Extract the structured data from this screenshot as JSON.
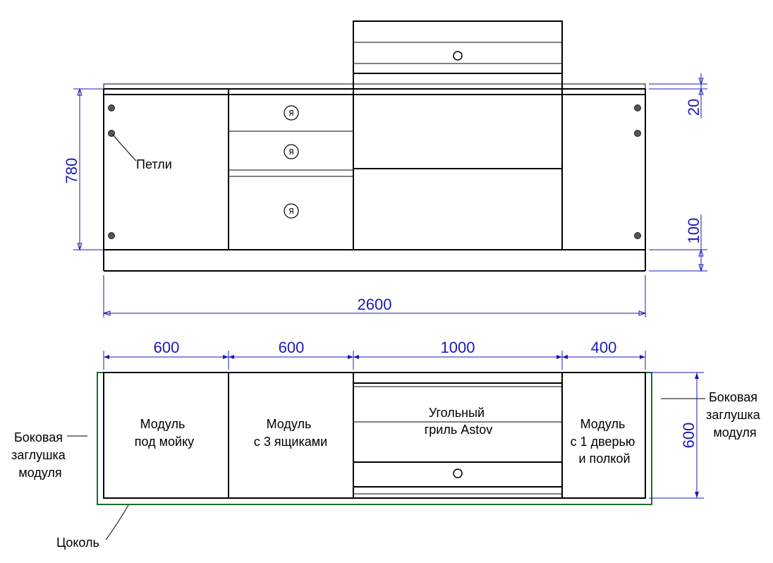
{
  "dimensions": {
    "total_width": "2600",
    "height": "780",
    "countertop": "20",
    "plinth_height": "100",
    "depth": "600",
    "module_widths": [
      "600",
      "600",
      "1000",
      "400"
    ]
  },
  "labels": {
    "hinges": "Петли",
    "module_sink": [
      "Модуль",
      "под мойку"
    ],
    "module_drawers": [
      "Модуль",
      "с 3 ящиками"
    ],
    "grill": [
      "Угольный",
      "гриль Astov"
    ],
    "module_door": [
      "Модуль",
      "с 1 дверью",
      "и полкой"
    ],
    "side_cap_left": [
      "Боковая",
      "заглушка",
      "модуля"
    ],
    "side_cap_right": [
      "Боковая",
      "заглушка",
      "модуля"
    ],
    "plinth": "Цоколь"
  },
  "drawer_logo": "Я",
  "colors": {
    "dimension": "#1a1ab8",
    "plinth_outline": "#1e6b2a",
    "lines": "#000000"
  }
}
